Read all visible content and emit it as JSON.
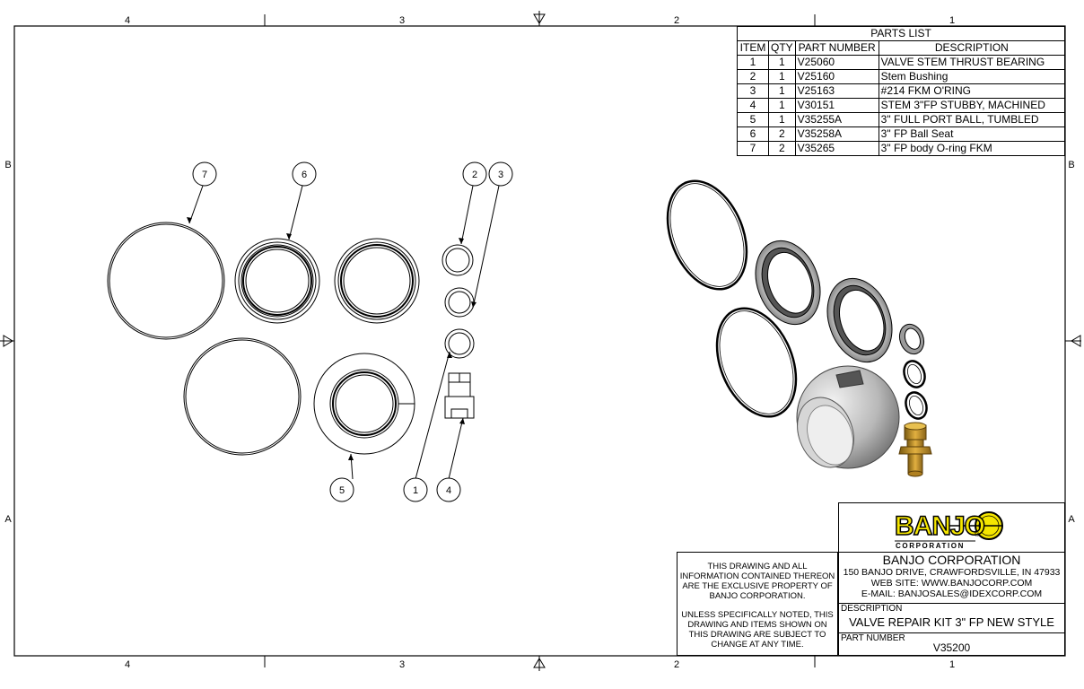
{
  "frame": {
    "zones_top": [
      "4",
      "3",
      "2",
      "1"
    ],
    "zones_bottom": [
      "4",
      "3",
      "2",
      "1"
    ],
    "zones_left": [
      "B",
      "A"
    ],
    "zones_right": [
      "B",
      "A"
    ]
  },
  "parts_list": {
    "title": "PARTS LIST",
    "headers": [
      "ITEM",
      "QTY",
      "PART NUMBER",
      "DESCRIPTION"
    ],
    "rows": [
      {
        "item": "1",
        "qty": "1",
        "part": "V25060",
        "desc": "VALVE STEM THRUST BEARING"
      },
      {
        "item": "2",
        "qty": "1",
        "part": "V25160",
        "desc": "Stem Bushing"
      },
      {
        "item": "3",
        "qty": "1",
        "part": "V25163",
        "desc": "#214 FKM O'RING"
      },
      {
        "item": "4",
        "qty": "1",
        "part": "V30151",
        "desc": "STEM 3\"FP STUBBY, MACHINED"
      },
      {
        "item": "5",
        "qty": "1",
        "part": "V35255A",
        "desc": "3\" FULL PORT BALL, TUMBLED"
      },
      {
        "item": "6",
        "qty": "2",
        "part": "V35258A",
        "desc": "3\" FP Ball Seat"
      },
      {
        "item": "7",
        "qty": "2",
        "part": "V35265",
        "desc": "3\" FP body O-ring FKM"
      }
    ]
  },
  "balloons": [
    "7",
    "6",
    "2",
    "3",
    "5",
    "1",
    "4"
  ],
  "notice": {
    "p1": "THIS DRAWING AND ALL INFORMATION CONTAINED THEREON ARE THE EXCLUSIVE PROPERTY OF BANJO CORPORATION.",
    "p2": "UNLESS SPECIFICALLY NOTED, THIS DRAWING AND ITEMS SHOWN ON THIS DRAWING ARE SUBJECT TO CHANGE AT ANY TIME."
  },
  "title_block": {
    "logo_text": "BANJO",
    "logo_sub": "CORPORATION",
    "logo_registered": "®",
    "company": "BANJO CORPORATION",
    "address": "150 BANJO DRIVE, CRAWFORDSVILLE, IN 47933",
    "website": "WEB SITE: WWW.BANJOCORP.COM",
    "email": "E-MAIL: BANJOSALES@IDEXCORP.COM",
    "description_label": "DESCRIPTION",
    "description": "VALVE REPAIR KIT 3\" FP NEW STYLE",
    "part_number_label": "PART NUMBER",
    "part_number": "V35200"
  },
  "colors": {
    "logo_yellow": "#f5e600",
    "brass": "#c8962a",
    "ball_gray": "#b8b8b8"
  }
}
